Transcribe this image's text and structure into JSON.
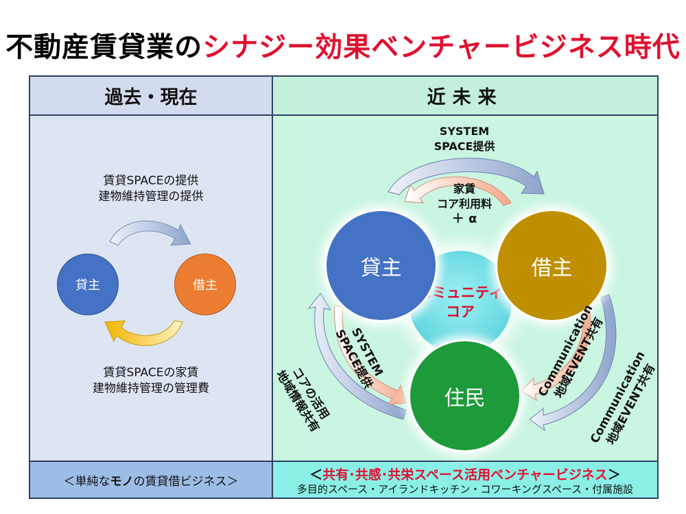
{
  "title": {
    "black": "不動産賃貸業の",
    "red": "シナジー効果ベンチャービジネス時代"
  },
  "left": {
    "header": "過去・現在",
    "top_text": [
      "賃貸SPACEの提供",
      "建物維持管理の提供"
    ],
    "lender": "貸主",
    "borrower": "借主",
    "bottom_text": [
      "賃貸SPACEの家賃",
      "建物維持管理の管理費"
    ],
    "footer_pre": "＜単純な",
    "footer_bold": "モノ",
    "footer_post": "の賃貸借ビジネス＞"
  },
  "right": {
    "header": "近未来",
    "top_label": [
      "SYSTEM",
      "SPACE提供"
    ],
    "inner_label": [
      "家賃",
      "コア利用料",
      "＋ α"
    ],
    "lender": "貸主",
    "borrower": "借主",
    "resident": "住民",
    "community": [
      "コミュニティ",
      "コア"
    ],
    "left_inner_label": [
      "SYSTEM",
      "SPACE提供"
    ],
    "left_outer_label": [
      "コアの活用",
      "地域情報共有"
    ],
    "right_inner_label": [
      "Communication",
      "地域EVENT共有"
    ],
    "right_outer_label": [
      "Communication",
      "地域EVENT共有"
    ],
    "footer_open": "＜",
    "footer_main": "共有･共感･共栄スペース活用ベンチャービジネス",
    "footer_close": "＞",
    "footer_sub": "多目的スペース・アイランドキッチン・コワーキングスペース・付属施設"
  },
  "colors": {
    "title_red": "#e0102f",
    "left_bg": "#dde5f3",
    "right_bg": "#c9f5e1",
    "lender_blue": "#4472c4",
    "borrower_orange": "#ed7d31",
    "borrower_gold": "#bf8f00",
    "resident_green": "#1d9a3a",
    "community_cyan": "#63d6e0"
  }
}
